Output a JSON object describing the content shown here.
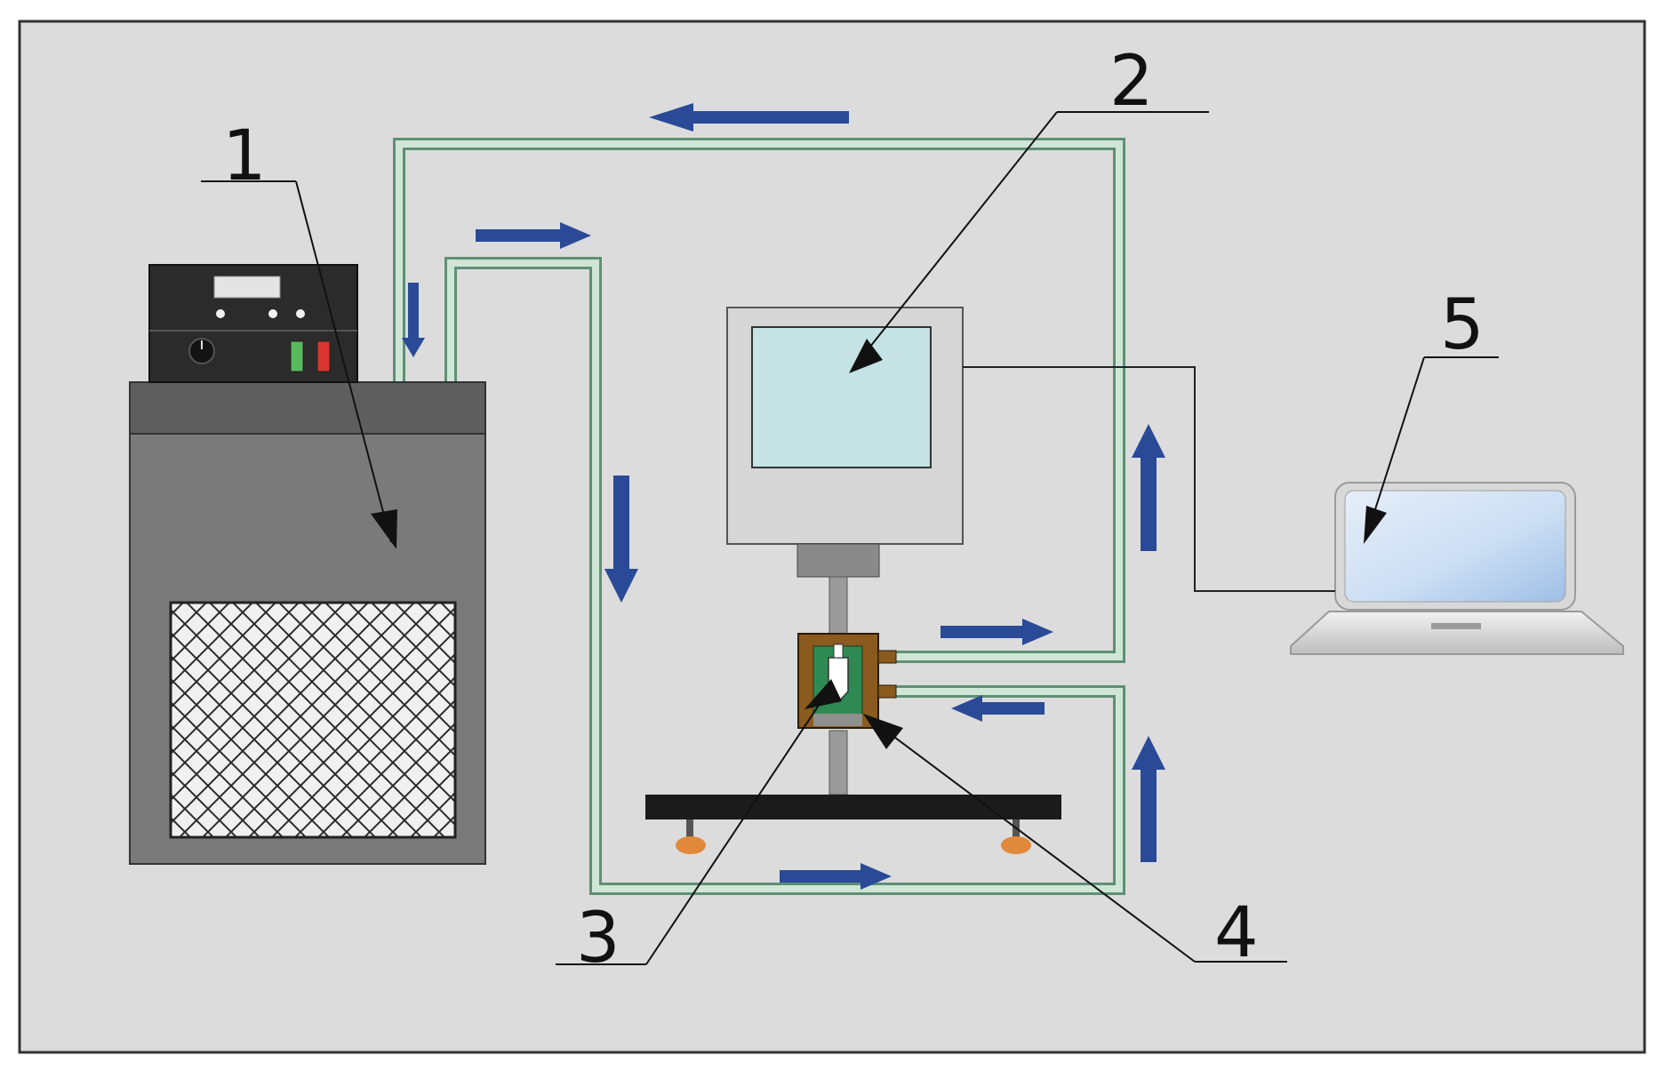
{
  "labels": {
    "bath": "1",
    "rheometer": "2",
    "sample": "3",
    "jacket": "4",
    "computer": "5"
  },
  "colors": {
    "background": "#dcdcdc",
    "frame": "#333333",
    "arrow": "#2a4a97",
    "tube": "#cfe6d6",
    "tube_edge": "#5f8f74",
    "bath_body": "#7a7a7a",
    "bath_lid": "#5e5e5e",
    "control_box": "#2b2b2b",
    "grille": "#f0f0f0",
    "rheometer_body": "#d6d6d6",
    "rheometer_screen": "#c5e3e4",
    "jacket": "#8a5a1f",
    "cell": "#2e8a52",
    "stand": "#1b1b1b",
    "foot": "#e0893a",
    "laptop_screen": "#cfe0f4",
    "knob_green": "#5cb85c",
    "knob_red": "#d9362f"
  },
  "icons": {
    "bath": "circulating-bath-icon",
    "rheometer": "rheometer-icon",
    "computer": "laptop-icon"
  }
}
